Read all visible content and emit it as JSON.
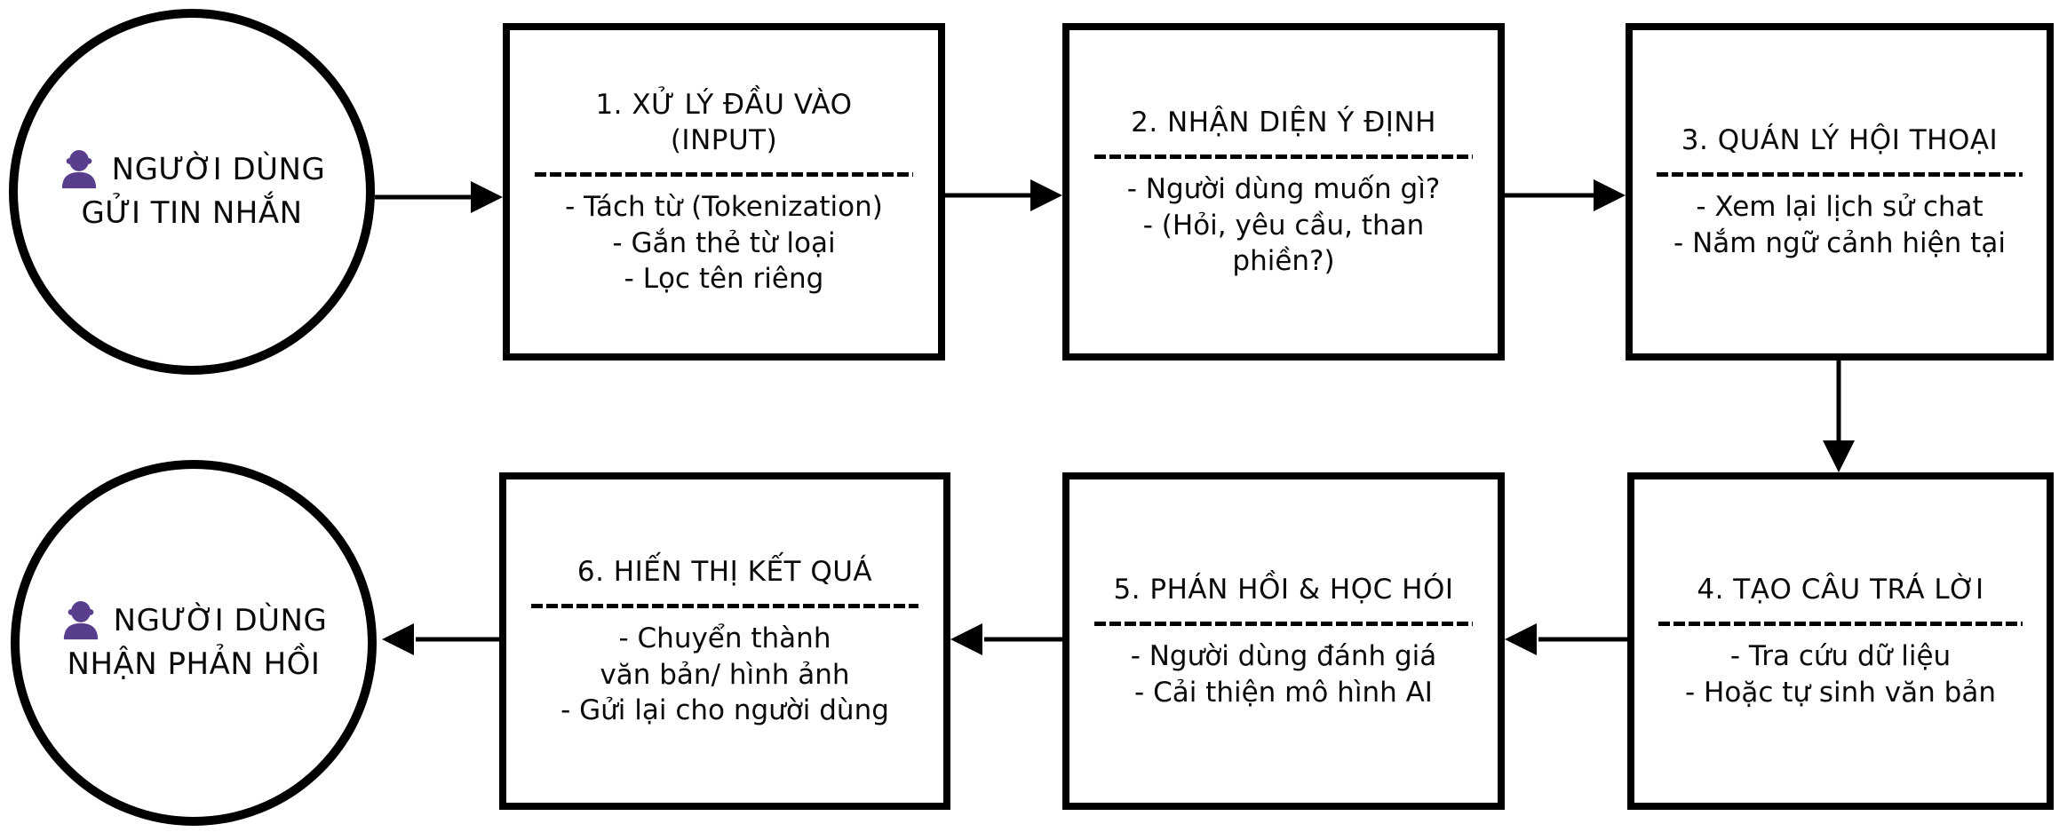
{
  "colors": {
    "accent": "#5a3e8e",
    "ink": "#000000",
    "background": "#ffffff"
  },
  "start_node": {
    "icon": "person-icon",
    "line1": "NGƯỜI DÙNG",
    "line2": "GỬI TIN NHẮN"
  },
  "end_node": {
    "icon": "person-icon",
    "line1": "NGƯỜI DÙNG",
    "line2": "NHẬN PHẢN HỒI"
  },
  "boxes": [
    {
      "title": "1. XỬ LÝ ĐẦU VÀO\n(INPUT)",
      "items": [
        "- Tách từ (Tokenization)",
        "- Gắn thẻ từ loại",
        "- Lọc tên riêng"
      ]
    },
    {
      "title": "2. NHẬN DIỆN Ý ĐỊNH",
      "items": [
        "- Người dùng muốn gì?",
        "- (Hỏi, yêu cầu, than\nphiền?)"
      ]
    },
    {
      "title": "3. QUÁN LÝ HỘI THOẠI",
      "items": [
        "- Xem lại lịch sử chat",
        "- Nắm ngữ cảnh hiện tại"
      ]
    },
    {
      "title": "4. TẠO CÂU TRÁ LỜI",
      "items": [
        "- Tra cứu dữ liệu",
        "- Hoặc tự sinh văn bản"
      ]
    },
    {
      "title": "5. PHÁN HỒI & HỌC HÓI",
      "items": [
        "- Người dùng đánh giá",
        "- Cải thiện mô hình AI"
      ]
    },
    {
      "title": "6. HIẾN THỊ KẾT QUÁ",
      "items": [
        "- Chuyển thành\nvăn bản/ hình ảnh",
        "- Gửi lại cho người dùng"
      ]
    }
  ]
}
